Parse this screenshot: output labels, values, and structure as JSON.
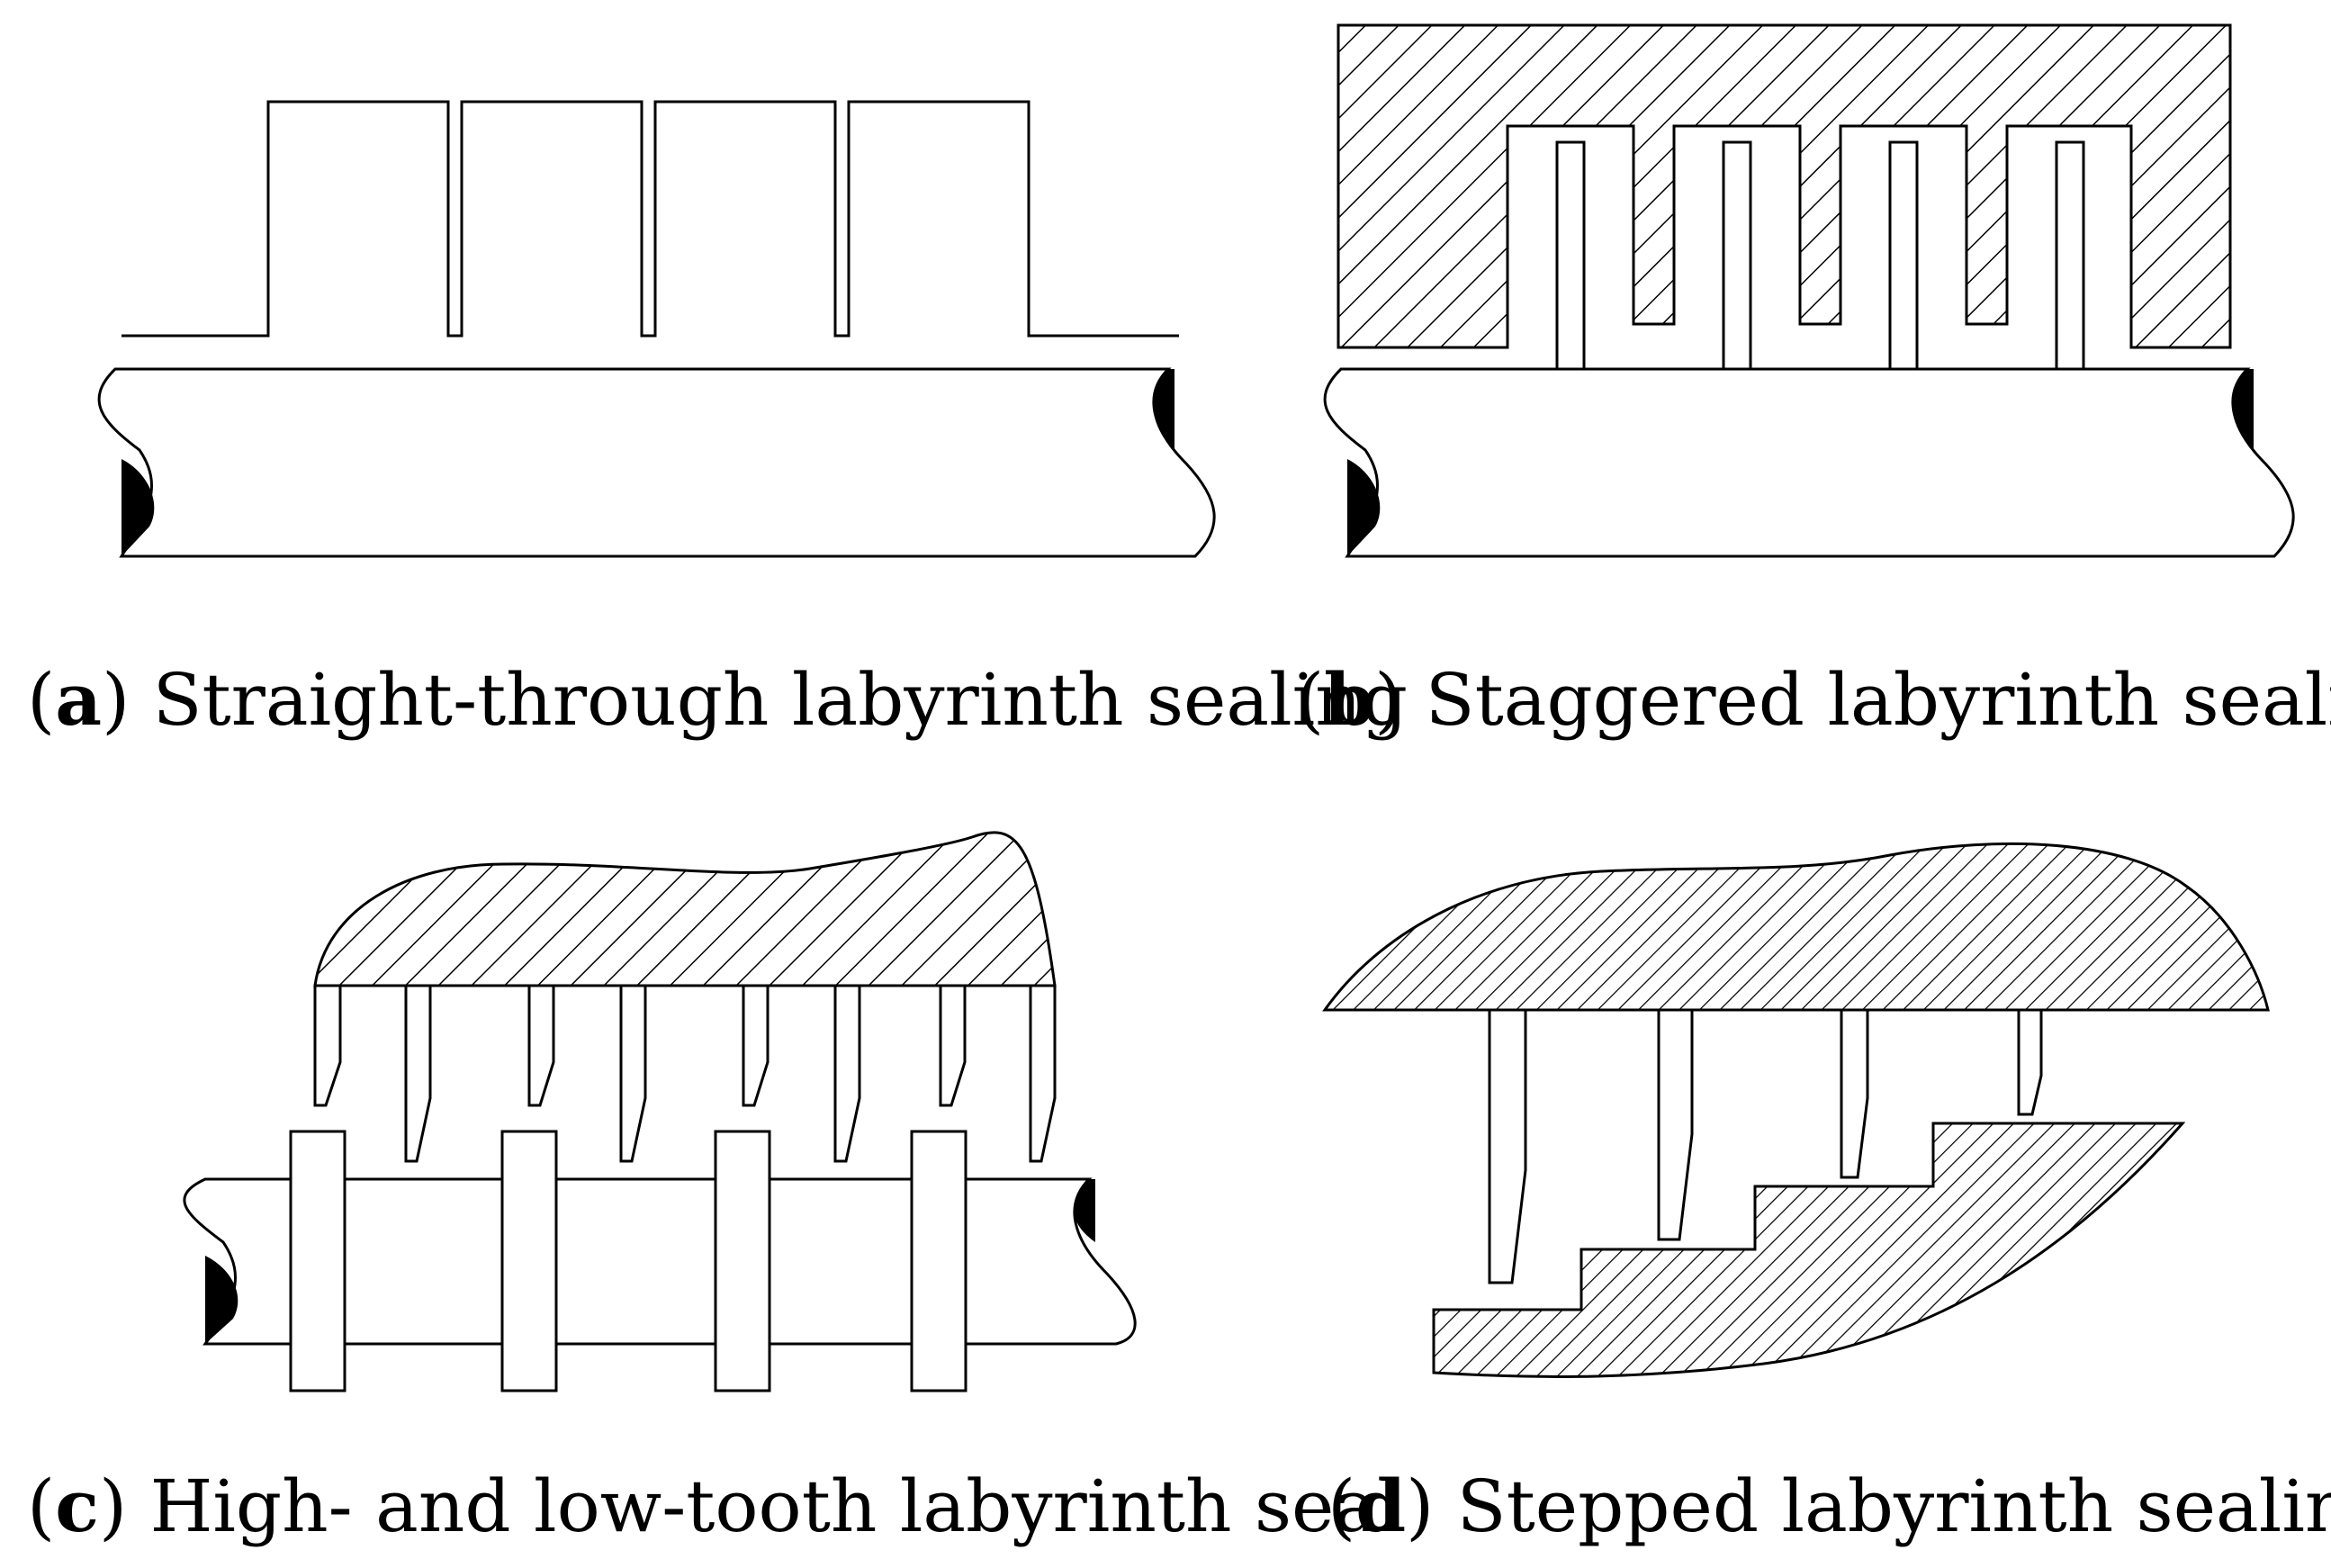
{
  "panels": [
    {
      "letter": "a",
      "caption": "Straight-through labyrinth sealing"
    },
    {
      "letter": "b",
      "caption": "Staggered labyrinth sealing"
    },
    {
      "letter": "c",
      "caption": "High- and low-tooth labyrinth seal"
    },
    {
      "letter": "d",
      "caption": "Stepped labyrinth sealing"
    }
  ],
  "colors": {
    "stroke": "#000000",
    "hatch": "#000000",
    "background": "#ffffff"
  }
}
